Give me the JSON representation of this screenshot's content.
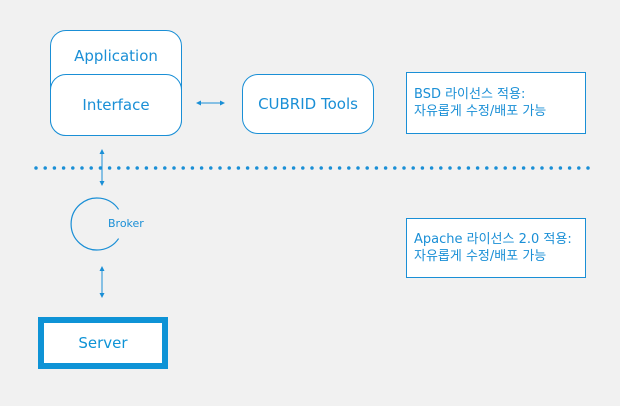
{
  "diagram": {
    "application_label": "Application",
    "interface_label": "Interface",
    "tools_label": "CUBRID Tools",
    "broker_label": "Broker",
    "server_label": "Server",
    "bsd_note": {
      "line1": "BSD 라이선스 적용:",
      "line2": "자유롭게 수정/배포 가능"
    },
    "apache_note": {
      "line1": "Apache 라이선스 2.0 적용:",
      "line2": "자유롭게 수정/배포 가능"
    }
  },
  "colors": {
    "accent": "#1a8fd6",
    "server_border": "#0e93d6",
    "background": "#f1f1f1"
  }
}
